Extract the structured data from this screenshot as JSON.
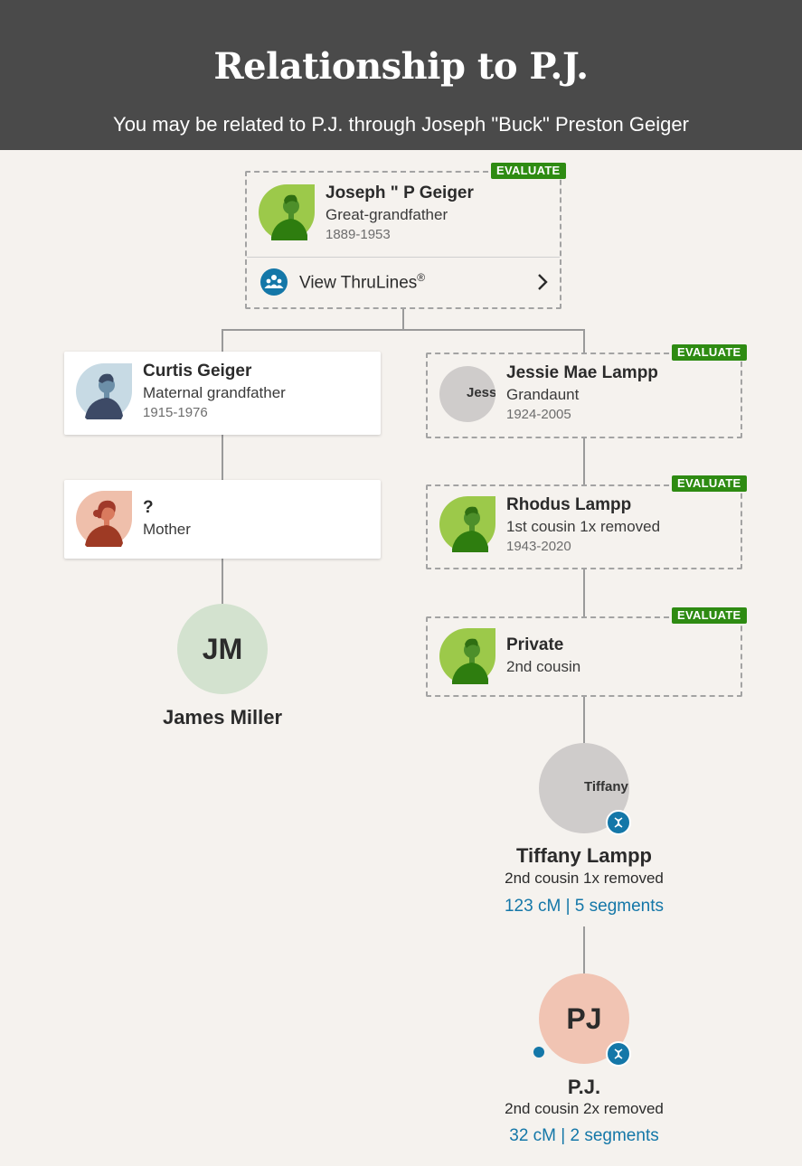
{
  "header": {
    "title": "Relationship to P.J.",
    "subtitle": "You may be related to P.J. through Joseph \"Buck\" Preston Geiger"
  },
  "badge_label": "EVALUATE",
  "ancestor": {
    "name": "Joseph \" P Geiger",
    "relationship": "Great-grandfather",
    "years": "1889-1953",
    "thrulines_label": "View ThruLines",
    "thrulines_mark": "®"
  },
  "left_branch": [
    {
      "name": "Curtis Geiger",
      "relationship": "Maternal grandfather",
      "years": "1915-1976"
    },
    {
      "name": "?",
      "relationship": "Mother"
    }
  ],
  "you": {
    "initials": "JM",
    "name": "James Miller"
  },
  "right_branch": [
    {
      "name": "Jessie Mae Lampp",
      "relationship": "Grandaunt",
      "years": "1924-2005",
      "avatar_text": "Jess"
    },
    {
      "name": "Rhodus Lampp",
      "relationship": "1st cousin 1x removed",
      "years": "1943-2020"
    },
    {
      "name": "Private",
      "relationship": "2nd cousin"
    }
  ],
  "match1": {
    "avatar_text": "Tiffany",
    "name": "Tiffany Lampp",
    "relationship": "2nd cousin 1x removed",
    "dna": "123 cM | 5 segments"
  },
  "match2": {
    "initials": "PJ",
    "name": "P.J.",
    "relationship": "2nd cousin 2x removed",
    "dna": "32 cM | 2 segments"
  },
  "colors": {
    "header_bg": "#4a4a4a",
    "page_bg": "#f5f2ee",
    "evaluate_green": "#2e8b12",
    "link_blue": "#1477a8",
    "jm_circle": "#d3e2cf",
    "pj_circle": "#f1c4b3",
    "unknown_gray": "#cfcccb"
  }
}
